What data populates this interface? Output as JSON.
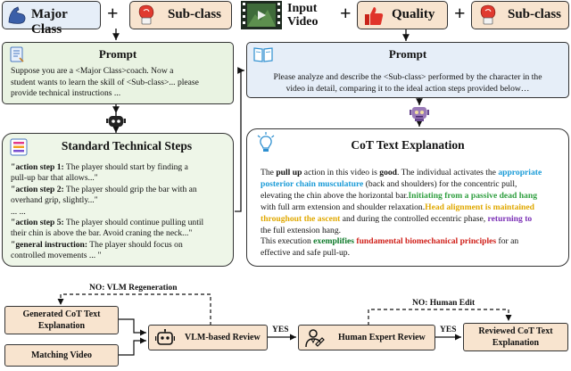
{
  "top_left": {
    "major_class": "Major Class",
    "plus": "+",
    "sub_class": "Sub-class",
    "prompt_title": "Prompt",
    "prompt_lines": [
      "Suppose you are a <Major Class>coach. Now a",
      "student wants to learn the skill of <Sub-class>... please",
      "provide technical instructions ..."
    ],
    "steps_title": "Standard Technical Steps",
    "steps": [
      {
        "label": "\"action step 1:",
        "text": " The player should start by finding a"
      },
      {
        "label": "",
        "text": "pull-up bar that allows...\""
      },
      {
        "label": "\"action step 2:",
        "text": " The player should grip the bar with an"
      },
      {
        "label": "",
        "text": "overhand grip, slightly...\""
      },
      {
        "label": "",
        "text": "... ..."
      },
      {
        "label": "\"action step 5:",
        "text": " The player should continue pulling until"
      },
      {
        "label": "",
        "text": "their chin is above the bar. Avoid craning the neck...\""
      },
      {
        "label": "\"general instruction:",
        "text": " The player should focus on"
      },
      {
        "label": "",
        "text": "controlled movements ... \""
      }
    ]
  },
  "top_right": {
    "input_video": [
      "Input",
      "Video"
    ],
    "quality": "Quality",
    "sub_class": "Sub-class",
    "prompt_title": "Prompt",
    "prompt_lines": [
      "Please analyze and describe the <Sub-class> performed by the character in the",
      "video in detail, comparing it to the ideal action steps provided below…"
    ],
    "cot_title": "CoT Text Explanation",
    "cot": {
      "l1a": "The ",
      "l1b": "pull up",
      "l1c": " action in this video is ",
      "l1d": "good",
      "l1e": ". The individual activates the ",
      "l1f": "appropriate",
      "l2a": "posterior chain musculature",
      "l2b": " (back and shoulders) for the concentric pull,",
      "l3a": "elevating the chin above the horizontal bar.",
      "l3b": "Initiating from a passive dead hang",
      "l4a": "with full arm extension and shoulder relaxation.",
      "l4b": "Head alignment is maintained",
      "l5a": "throughout the ascent",
      "l5b": " and during the controlled eccentric phase, ",
      "l5c": "returning to",
      "l6": "the full extension hang.",
      "l7a": "This execution ",
      "l7b": "exemplifies",
      "l7c": " ",
      "l7d": "fundamental biomechanical principles",
      "l7e": " for an",
      "l8": "effective and safe pull-up."
    }
  },
  "bottom": {
    "generated": [
      "Generated CoT Text",
      "Explanation"
    ],
    "matching": "Matching Video",
    "vlm_review": "VLM-based Review",
    "human_review": "Human Expert Review",
    "reviewed": [
      "Reviewed CoT Text",
      "Explanation"
    ],
    "no_vlm": "NO: VLM Regeneration",
    "no_human": "NO: Human Edit",
    "yes1": "YES",
    "yes2": "YES"
  },
  "colors": {
    "green_fill": "#e9f3e2",
    "blue_fill": "#e6eef8",
    "peach_fill": "#f8e4cf",
    "cyan_text": "#1a9bd7",
    "green_text": "#2e9e3e",
    "yellow_text": "#e0a800",
    "purple_text": "#7a2fb5",
    "red_text": "#d0201a",
    "dark_green_text": "#0e7a2a"
  }
}
